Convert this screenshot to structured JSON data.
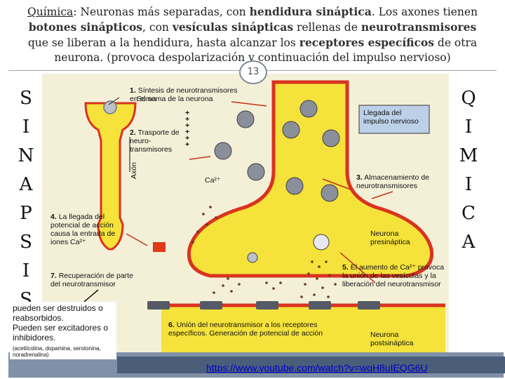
{
  "header": {
    "line1_prefix": "Química",
    "line1_mid": ": Neuronas más separadas, con ",
    "line1_bold": "hendidura sináptica",
    "line1_end": ". Los axones tienen",
    "line2_bold1": "botones sinápticos",
    "line2_mid": ", con ",
    "line2_bold2": "vesículas sinápticas",
    "line2_mid2": " rellenas de ",
    "line2_bold3": "neurotransmisores",
    "line3_prefix": "que se liberan a la hendidura, hasta alcanzar los ",
    "line3_bold": "receptores específicos",
    "line3_end": " de otra",
    "line4": "neurona. (provoca despolarización y continuación del impulso nervioso)"
  },
  "slide_number": "13",
  "left_word": [
    "S",
    "I",
    "N",
    "A",
    "P",
    "S",
    "I",
    "S"
  ],
  "right_word": [
    "Q",
    "I",
    "M",
    "I",
    "C",
    "A"
  ],
  "diagram": {
    "soma": "Soma",
    "axon": "Axón",
    "step1_num": "1.",
    "step1": "Síntesis de neurotransmisores en el soma de la neurona",
    "step2_num": "2.",
    "step2": "Trasporte de neuro- transmisores",
    "ca": "Ca²⁺",
    "arrival": "Llegada del impulso nervioso",
    "step3_num": "3.",
    "step3": "Almacenamiento de neurotransmisores",
    "step4_num": "4.",
    "step4": "La llegada del potencial de acción causa la entrada de iones Ca²⁺",
    "presyn": "Neurona presináptica",
    "step7_num": "7.",
    "step7": "Recuperación de parte del neurotransmisor",
    "step5_num": "5.",
    "step5": "El aumento de Ca²⁺ provoca la unión de las vesículas y la liberación del neurotransmisor",
    "step6_num": "6.",
    "step6": "Unión del neurotransmisor a los receptores específicos. Generación de potencial de acción",
    "postsyn": "Neurona postsináptica",
    "plus": "+"
  },
  "note": {
    "line1": "pueden ser destruidos o reabsorbidos.",
    "line2": "Pueden ser excitadores o inhibidores.",
    "small": "(acetilcolina, dopamina, serotonina, noradrenalina)"
  },
  "url": "https://www.youtube.com/watch?v=wqH8uIEQG6U",
  "colors": {
    "neuron_fill": "#f5e23a",
    "neuron_stroke": "#d9331f",
    "vesicle": "#8a8f9a",
    "receptor": "#555a66",
    "channel": "#e03a1a",
    "link": "#0000cc"
  }
}
